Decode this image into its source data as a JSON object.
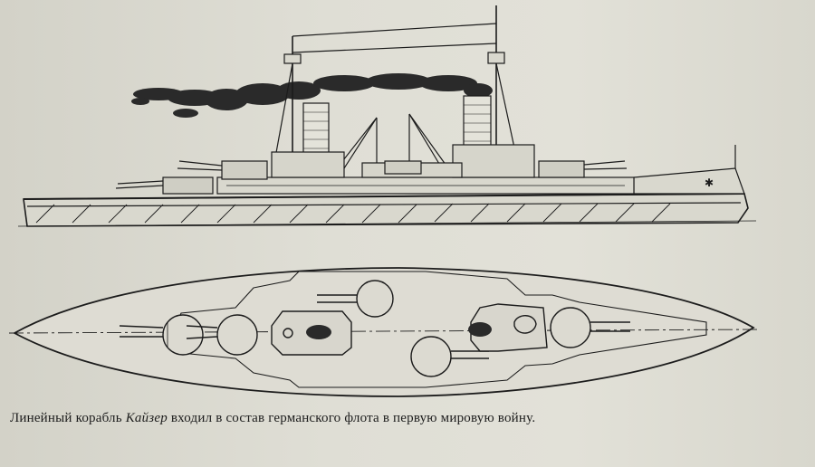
{
  "caption": {
    "part1": "Линейный корабль ",
    "ship_name": "Кайзер",
    "part2": " входил в состав германского флота в первую мировую войну."
  },
  "colors": {
    "ink": "#1c1c1c",
    "paper": "#e0dfd6"
  }
}
